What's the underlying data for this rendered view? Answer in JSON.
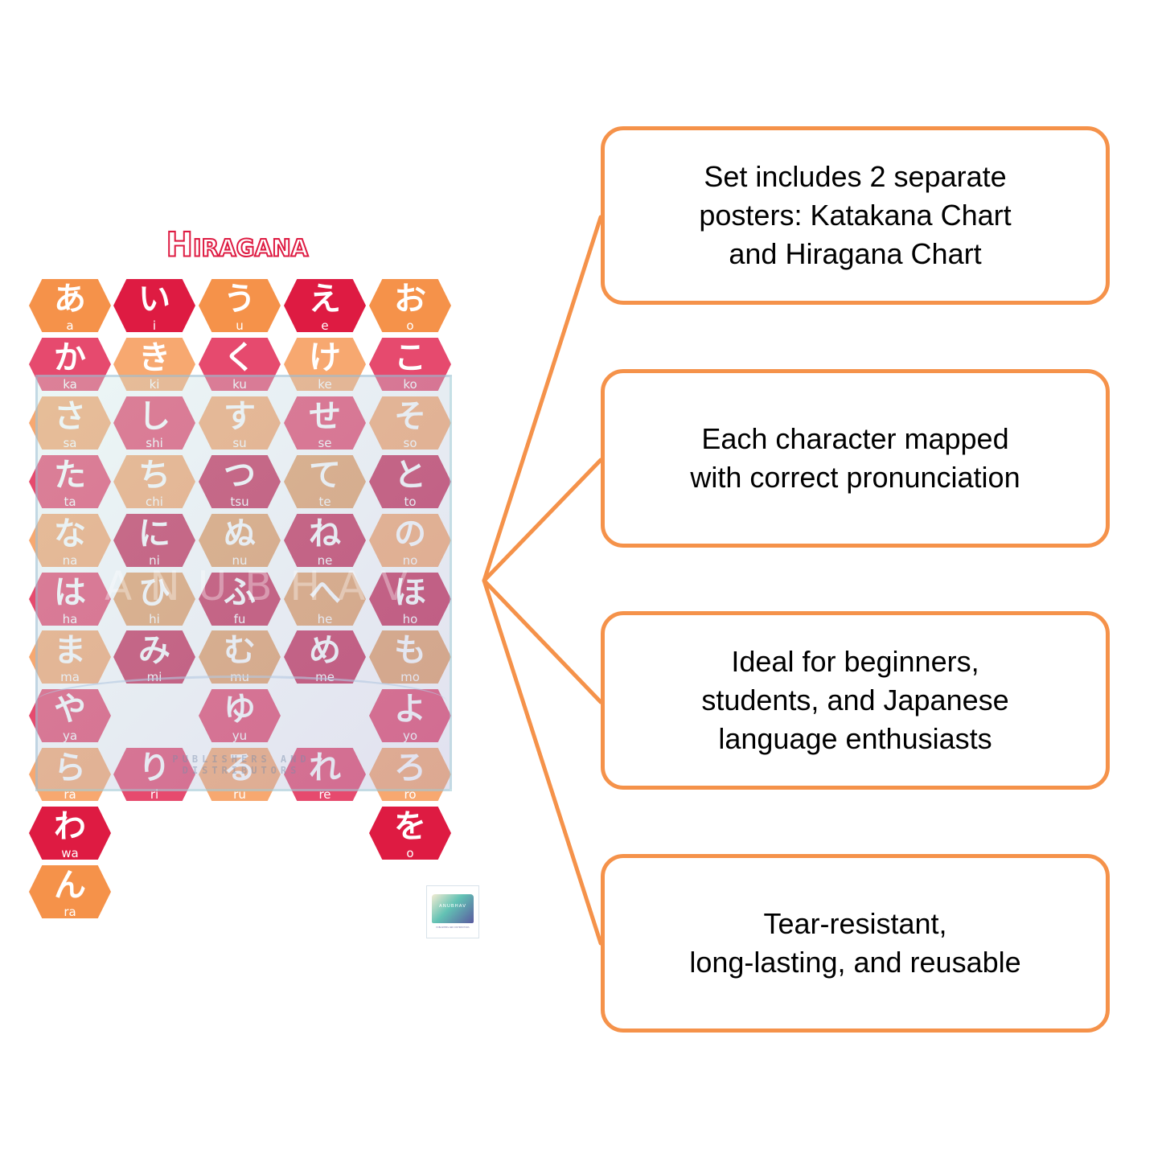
{
  "poster": {
    "title": "Hiragana",
    "colors": {
      "orange": "#F5924A",
      "crimson": "#DE1B42",
      "pink": "#E64A6E",
      "light_orange": "#F7A870",
      "deep_pink": "#C93059",
      "muted_orange": "#E7A067"
    },
    "rows": [
      [
        {
          "kana": "あ",
          "roma": "a",
          "color": "orange"
        },
        {
          "kana": "い",
          "roma": "i",
          "color": "crimson"
        },
        {
          "kana": "う",
          "roma": "u",
          "color": "orange"
        },
        {
          "kana": "え",
          "roma": "e",
          "color": "crimson"
        },
        {
          "kana": "お",
          "roma": "o",
          "color": "orange"
        }
      ],
      [
        {
          "kana": "か",
          "roma": "ka",
          "color": "pink"
        },
        {
          "kana": "き",
          "roma": "ki",
          "color": "light_orange"
        },
        {
          "kana": "く",
          "roma": "ku",
          "color": "pink"
        },
        {
          "kana": "け",
          "roma": "ke",
          "color": "light_orange"
        },
        {
          "kana": "こ",
          "roma": "ko",
          "color": "pink"
        }
      ],
      [
        {
          "kana": "さ",
          "roma": "sa",
          "color": "light_orange"
        },
        {
          "kana": "し",
          "roma": "shi",
          "color": "pink"
        },
        {
          "kana": "す",
          "roma": "su",
          "color": "light_orange"
        },
        {
          "kana": "せ",
          "roma": "se",
          "color": "pink"
        },
        {
          "kana": "そ",
          "roma": "so",
          "color": "light_orange"
        }
      ],
      [
        {
          "kana": "た",
          "roma": "ta",
          "color": "pink"
        },
        {
          "kana": "ち",
          "roma": "chi",
          "color": "light_orange"
        },
        {
          "kana": "つ",
          "roma": "tsu",
          "color": "deep_pink"
        },
        {
          "kana": "て",
          "roma": "te",
          "color": "muted_orange"
        },
        {
          "kana": "と",
          "roma": "to",
          "color": "deep_pink"
        }
      ],
      [
        {
          "kana": "な",
          "roma": "na",
          "color": "light_orange"
        },
        {
          "kana": "に",
          "roma": "ni",
          "color": "deep_pink"
        },
        {
          "kana": "ぬ",
          "roma": "nu",
          "color": "muted_orange"
        },
        {
          "kana": "ね",
          "roma": "ne",
          "color": "deep_pink"
        },
        {
          "kana": "の",
          "roma": "no",
          "color": "light_orange"
        }
      ],
      [
        {
          "kana": "は",
          "roma": "ha",
          "color": "pink"
        },
        {
          "kana": "ひ",
          "roma": "hi",
          "color": "muted_orange"
        },
        {
          "kana": "ふ",
          "roma": "fu",
          "color": "deep_pink"
        },
        {
          "kana": "へ",
          "roma": "he",
          "color": "muted_orange"
        },
        {
          "kana": "ほ",
          "roma": "ho",
          "color": "deep_pink"
        }
      ],
      [
        {
          "kana": "ま",
          "roma": "ma",
          "color": "light_orange"
        },
        {
          "kana": "み",
          "roma": "mi",
          "color": "deep_pink"
        },
        {
          "kana": "む",
          "roma": "mu",
          "color": "muted_orange"
        },
        {
          "kana": "め",
          "roma": "me",
          "color": "deep_pink"
        },
        {
          "kana": "も",
          "roma": "mo",
          "color": "muted_orange"
        }
      ],
      [
        {
          "kana": "や",
          "roma": "ya",
          "color": "pink"
        },
        null,
        {
          "kana": "ゆ",
          "roma": "yu",
          "color": "pink"
        },
        null,
        {
          "kana": "よ",
          "roma": "yo",
          "color": "pink"
        }
      ],
      [
        {
          "kana": "ら",
          "roma": "ra",
          "color": "light_orange"
        },
        {
          "kana": "り",
          "roma": "ri",
          "color": "pink"
        },
        {
          "kana": "る",
          "roma": "ru",
          "color": "light_orange"
        },
        {
          "kana": "れ",
          "roma": "re",
          "color": "pink"
        },
        {
          "kana": "ろ",
          "roma": "ro",
          "color": "light_orange"
        }
      ],
      [
        {
          "kana": "わ",
          "roma": "wa",
          "color": "crimson"
        },
        null,
        null,
        null,
        {
          "kana": "を",
          "roma": "o",
          "color": "crimson"
        }
      ],
      [
        {
          "kana": "ん",
          "roma": "ra",
          "color": "orange"
        },
        null,
        null,
        null,
        null
      ]
    ],
    "watermark": "ANUBHAV",
    "watermark_sub": "PUBLISHERS AND DISTRIBUTORS",
    "logo_text": "ANUBHAV",
    "logo_sub": "PUBLISHERS AND DISTRIBUTORS"
  },
  "connector_color": "#F5924A",
  "features": [
    {
      "text": "Set includes 2 separate\nposters: Katakana Chart\nand Hiragana Chart"
    },
    {
      "text": "Each character mapped\nwith correct pronunciation"
    },
    {
      "text": "Ideal for beginners,\nstudents, and Japanese\nlanguage enthusiasts"
    },
    {
      "text": "Tear-resistant,\nlong-lasting, and reusable"
    }
  ]
}
